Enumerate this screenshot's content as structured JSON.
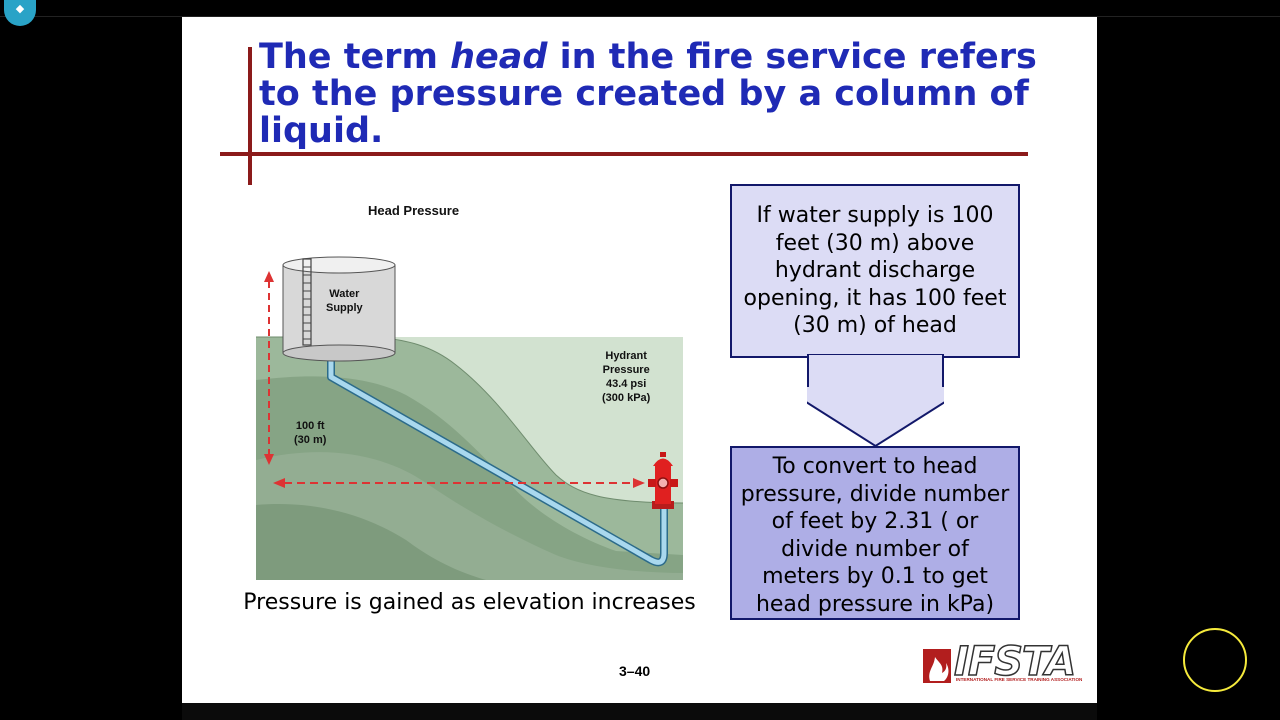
{
  "slide": {
    "title_part1": "The term ",
    "title_emphasis": "head",
    "title_part2": " in the fire service refers to the pressure created by a column of liquid.",
    "diagram": {
      "title": "Head Pressure",
      "tank_label_line1": "Water",
      "tank_label_line2": "Supply",
      "hydrant_label_line1": "Hydrant",
      "hydrant_label_line2": "Pressure",
      "hydrant_label_line3": "43.4 psi",
      "hydrant_label_line4": "(300 kPa)",
      "height_label_line1": "100 ft",
      "height_label_line2": "(30 m)"
    },
    "caption": "Pressure is gained as elevation increases",
    "callout_top": "If water supply is 100 feet (30 m) above hydrant discharge opening, it has 100 feet (30 m) of head",
    "callout_bottom": "To convert to head pressure, divide number of feet by 2.31 ( or divide number of meters by 0.1 to get head pressure in kPa)",
    "page_number": "3–40",
    "logo_text": "IFSTA",
    "logo_subtext": "INTERNATIONAL FIRE SERVICE TRAINING ASSOCIATION"
  },
  "colors": {
    "title": "#1f2ab5",
    "rule": "#8b1a1a",
    "callout_top_fill": "#dcdcf5",
    "callout_bottom_fill": "#aeaee6",
    "callout_border": "#12186a",
    "cursor_ring": "#f5ea3c"
  },
  "icons": {
    "player_badge": "player-badge-icon",
    "cursor": "cursor-highlight-icon"
  }
}
